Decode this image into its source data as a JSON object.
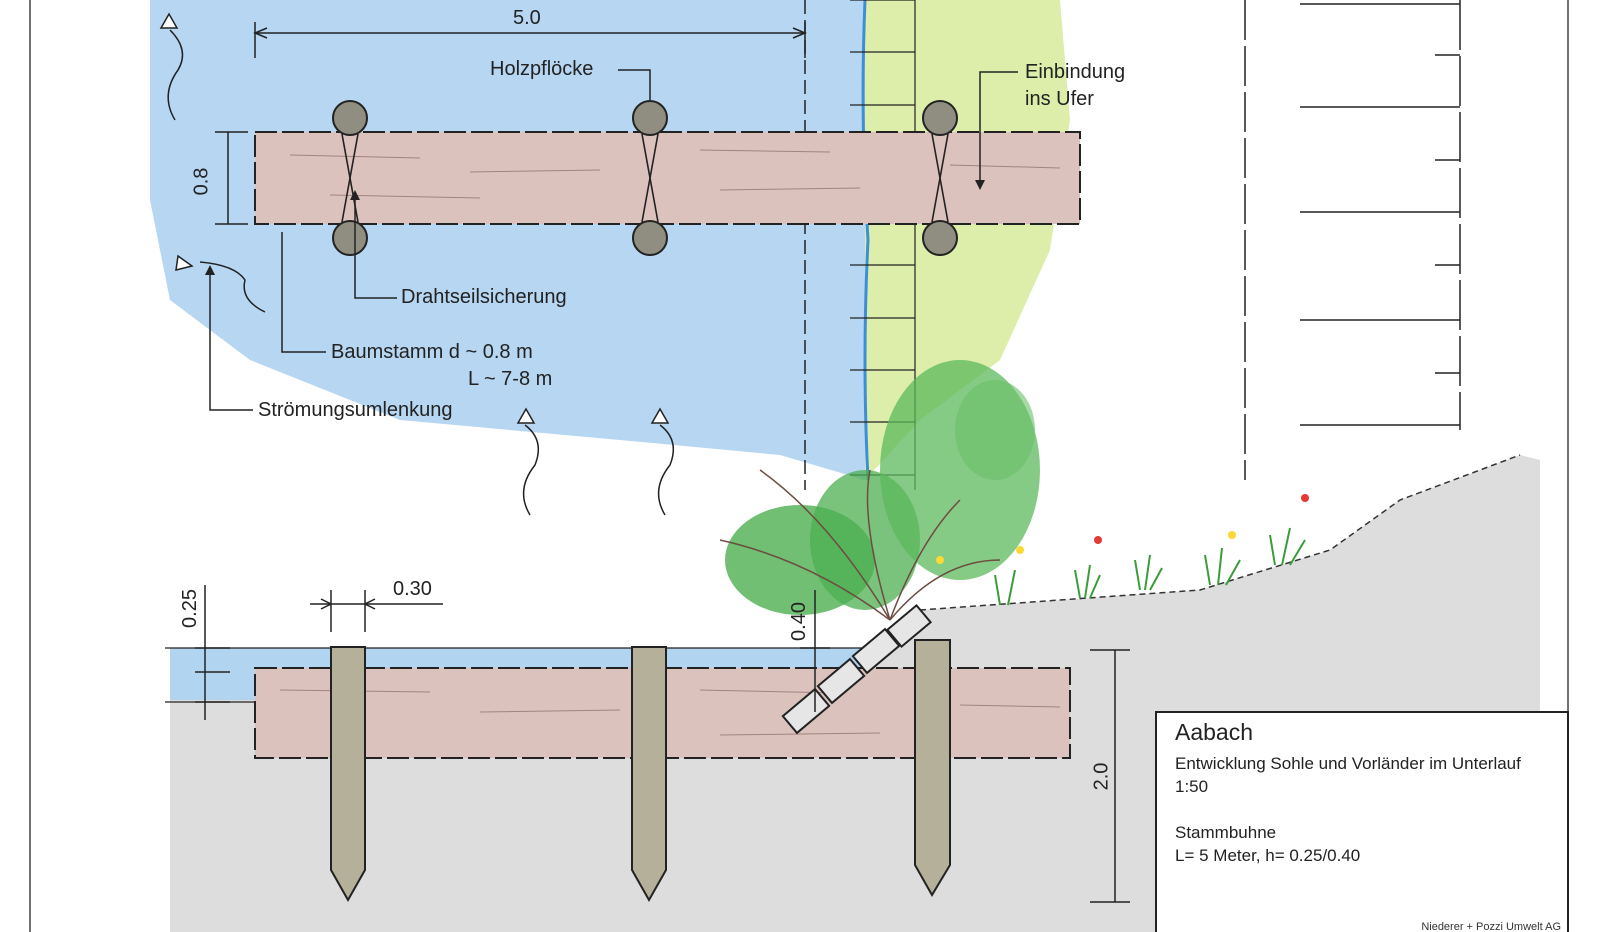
{
  "labels": {
    "dim_length": "5.0",
    "dim_width": "0.8",
    "holzpfloecke": "Holzpflöcke",
    "einbindung_line1": "Einbindung",
    "einbindung_line2": "ins Ufer",
    "drahtseil": "Drahtseilsicherung",
    "baumstamm_line1": "Baumstamm d ~ 0.8 m",
    "baumstamm_line2": "L ~ 7-8 m",
    "stroemung": "Strömungsumlenkung",
    "dim_post_width": "0.30",
    "dim_height_025": "0.25",
    "dim_height_040": "0.40",
    "dim_depth": "2.0"
  },
  "title_block": {
    "project": "Aabach",
    "subtitle": "Entwicklung Sohle und Vorländer im Unterlauf",
    "scale": "1:50",
    "element": "Stammbuhne",
    "spec": "L= 5 Meter, h= 0.25/0.40",
    "company": "Niederer + Pozzi Umwelt AG"
  },
  "colors": {
    "water": "#a9cfee",
    "bank_green": "#d8eca0",
    "log": "#dcc2bd",
    "post": "#b4b09a",
    "soil": "#d9d9d9",
    "shrub": "#4caf50",
    "line": "#222222"
  }
}
